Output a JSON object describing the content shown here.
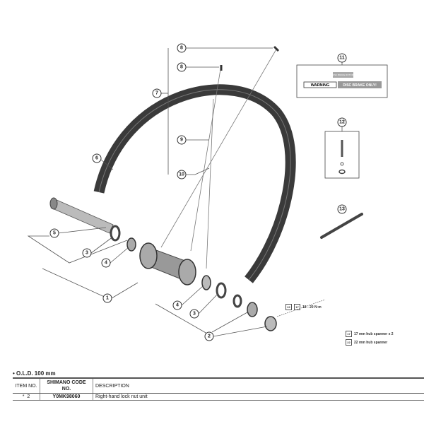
{
  "callouts": {
    "c8a": "8",
    "c8b": "8",
    "c7": "7",
    "c9": "9",
    "c10": "10",
    "c6": "6",
    "c5": "5",
    "c3a": "3",
    "c4a": "4",
    "c1": "1",
    "c4b": "4",
    "c3b": "3",
    "c2": "2",
    "c11": "11",
    "c12": "12",
    "c13": "13"
  },
  "label": {
    "warning": "WARNING",
    "disc": "DISC BRAKE ONLY!",
    "small": "DISC BRAKE ROTOR"
  },
  "torque": "18 - 20 N·m",
  "tools": [
    {
      "text": "17 mm hub spanner x 2",
      "icon": "17"
    },
    {
      "text": "22 mm hub spanner",
      "icon": "22"
    }
  ],
  "table": {
    "old": "• O.L.D. 100 mm",
    "headers": {
      "item": "ITEM NO.",
      "code": "SHIMANO CODE NO.",
      "desc": "DESCRIPTION"
    },
    "rows": [
      {
        "mark": "*",
        "item": "2",
        "code": "Y0MK98060",
        "desc": "Right-hand lock nut unit"
      }
    ]
  },
  "colors": {
    "rim": "#3a3a3a",
    "line": "#555555"
  }
}
